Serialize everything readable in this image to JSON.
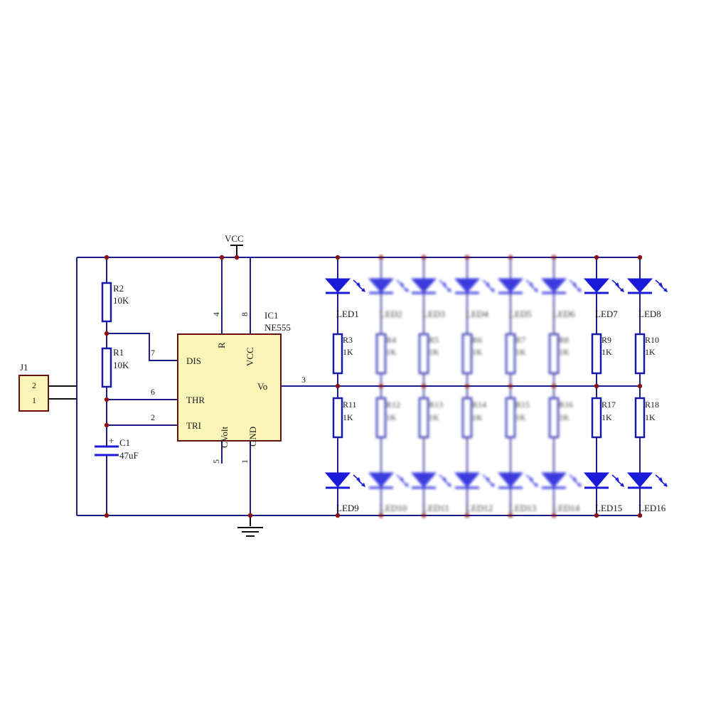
{
  "power": {
    "vcc_label": "VCC"
  },
  "connector": {
    "ref": "J1",
    "pins": [
      "2",
      "1"
    ]
  },
  "ic": {
    "ref": "IC1",
    "part": "NE555",
    "pins": {
      "dis": {
        "name": "DIS",
        "num": "7"
      },
      "thr": {
        "name": "THR",
        "num": "6"
      },
      "tri": {
        "name": "TRI",
        "num": "2"
      },
      "r": {
        "name": "R",
        "num": "4"
      },
      "vcc": {
        "name": "VCC",
        "num": "8"
      },
      "vo": {
        "name": "Vo",
        "num": "3"
      },
      "cvolt": {
        "name": "CVolt",
        "num": "5"
      },
      "gnd": {
        "name": "GND",
        "num": "1"
      }
    }
  },
  "timing": {
    "r2": {
      "ref": "R2",
      "value": "10K"
    },
    "r1": {
      "ref": "R1",
      "value": "10K"
    },
    "c1": {
      "ref": "C1",
      "value": "47uF",
      "polarity": "+"
    }
  },
  "led_columns": [
    {
      "top_led": "LED1",
      "top_res": "R3",
      "top_val": "1K",
      "bot_res": "R11",
      "bot_val": "1K",
      "bot_led": "LED9"
    },
    {
      "top_led": "LED2",
      "top_res": "R4",
      "top_val": "1K",
      "bot_res": "R12",
      "bot_val": "1K",
      "bot_led": "LED10"
    },
    {
      "top_led": "LED3",
      "top_res": "R5",
      "top_val": "1K",
      "bot_res": "R13",
      "bot_val": "1K",
      "bot_led": "LED11"
    },
    {
      "top_led": "LED4",
      "top_res": "R6",
      "top_val": "1K",
      "bot_res": "R14",
      "bot_val": "1K",
      "bot_led": "LED12"
    },
    {
      "top_led": "LED5",
      "top_res": "R7",
      "top_val": "1K",
      "bot_res": "R15",
      "bot_val": "1K",
      "bot_led": "LED13"
    },
    {
      "top_led": "LED6",
      "top_res": "R8",
      "top_val": "1K",
      "bot_res": "R16",
      "bot_val": "1K",
      "bot_led": "LED14"
    },
    {
      "top_led": "LED7",
      "top_res": "R9",
      "top_val": "1K",
      "bot_res": "R17",
      "bot_val": "1K",
      "bot_led": "LED15"
    },
    {
      "top_led": "LED8",
      "top_res": "R10",
      "top_val": "1K",
      "bot_res": "R18",
      "bot_val": "1K",
      "bot_led": "LED16"
    }
  ],
  "colors": {
    "wire": "#1c1c8c",
    "component": "#1a1ad8",
    "ic_fill": "#fbf6b8",
    "ic_border": "#6b0e0e",
    "junction": "#8b1010"
  }
}
